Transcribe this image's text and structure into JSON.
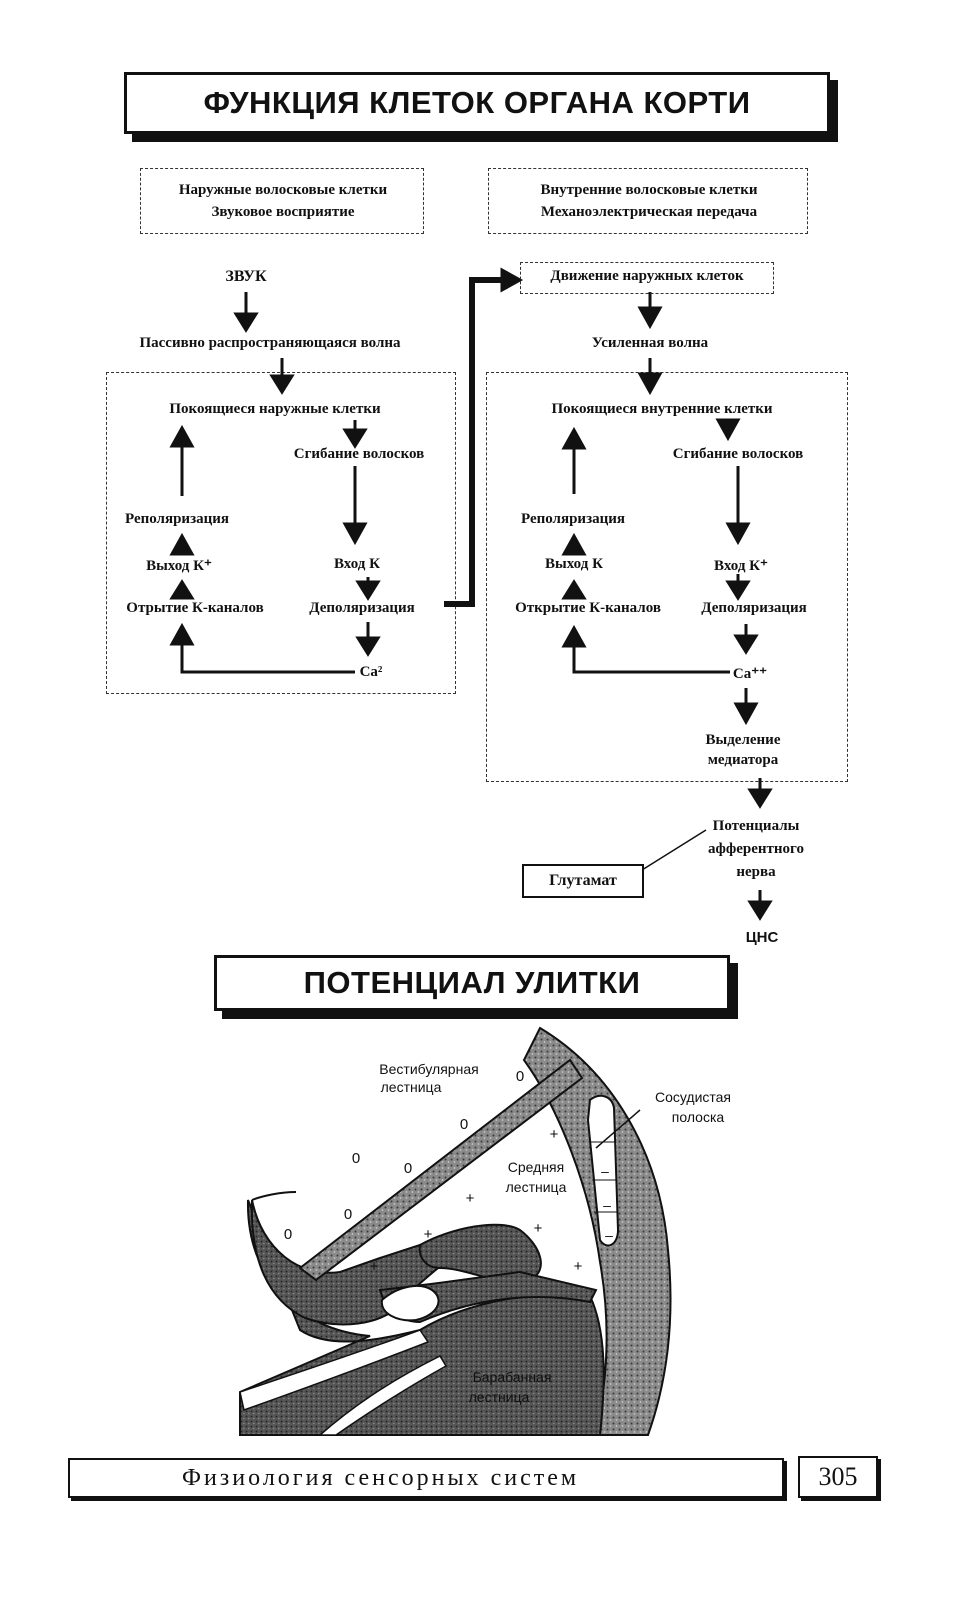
{
  "titles": {
    "top": "ФУНКЦИЯ КЛЕТОК ОРГАНА КОРТИ",
    "middle": "ПОТЕНЦИАЛ УЛИТКИ"
  },
  "headers": {
    "left_line1": "Наружные волосковые клетки",
    "left_line2": "Звуковое восприятие",
    "right_line1": "Внутренние волосковые клетки",
    "right_line2": "Механоэлектрическая передача"
  },
  "left_flow": {
    "sound": "ЗВУК",
    "passive_wave": "Пассивно распространяющаяся волна",
    "resting_cells": "Покоящиеся наружные клетки",
    "bending": "Сгибание волосков",
    "repolarization": "Реполяризация",
    "k_exit": "Выход К⁺",
    "k_entry": "Вход К",
    "k_channels": "Отрытие К-каналов",
    "depolarization": "Деполяризация",
    "calcium": "Ca²"
  },
  "right_flow": {
    "movement": "Движение наружных клеток",
    "amplified_wave": "Усиленная волна",
    "resting_cells": "Покоящиеся внутренние клетки",
    "bending": "Сгибание волосков",
    "repolarization": "Реполяризация",
    "k_exit": "Выход К",
    "k_entry": "Вход К⁺",
    "k_channels": "Открытие К-каналов",
    "depolarization": "Деполяризация",
    "calcium": "Ca⁺⁺",
    "release_line1": "Выделение",
    "release_line2": "медиатора",
    "potentials_line1": "Потенциалы",
    "potentials_line2": "афферентного",
    "potentials_line3": "нерва",
    "glutamate": "Глутамат",
    "cns": "ЦНС"
  },
  "cochlea": {
    "vestibular_line1": "Вестибулярная",
    "vestibular_line2": "лестница",
    "stria_line1": "Сосудистая",
    "stria_line2": "полоска",
    "media_line1": "Средняя",
    "media_line2": "лестница",
    "tympani_line1": "Барабанная",
    "tympani_line2": "лестница",
    "zero_mark": "0",
    "plus_mark": "+",
    "minus_mark": "–"
  },
  "footer": {
    "title": "Физиология сенсорных систем",
    "page_number": "305"
  }
}
